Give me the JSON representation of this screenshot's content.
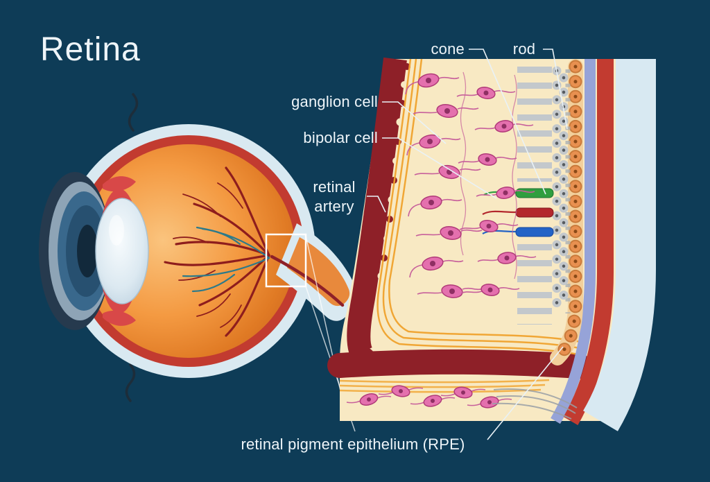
{
  "title": "Retina",
  "labels": {
    "cone": "cone",
    "rod": "rod",
    "ganglion_cell": "ganglion cell",
    "bipolar_cell": "bipolar cell",
    "retinal_artery": "retinal artery",
    "rpe": "retinal pigment epithelium (RPE)"
  },
  "palette": {
    "background": "#0e3c57",
    "label_text": "#eef5f9",
    "leader_line": "#e9f2f7",
    "sclera_white": "#d9e9f1",
    "choroid_red": "#c23b30",
    "fundus_orange_light": "#fac47e",
    "fundus_orange_dark": "#c8601d",
    "vessel_red": "#8e1d1d",
    "vessel_teal": "#2d7a8a",
    "iris_blue": "#39688c",
    "pupil_dark": "#12293b",
    "lens_light": "#eef4f8",
    "panel_cream": "#f8e9c3",
    "inner_limiting_crimson": "#8e2028",
    "nerve_fiber_yellow": "#f0a32e",
    "neuron_pink": "#e470ae",
    "neuron_pink_dark": "#8e2f63",
    "neuron_pink_line": "#c75f9b",
    "rod_gray": "#c3c8cc",
    "nucleus_gray": "#565b60",
    "rpe_orange": "#e89050",
    "rpe_outline": "#c97a3a",
    "periwinkle_band": "#96a3d8",
    "sclera_band_blue": "#d8e9f2",
    "cone_green": "#2f9e3f",
    "cone_red": "#b3272d",
    "cone_blue": "#2363c6"
  }
}
